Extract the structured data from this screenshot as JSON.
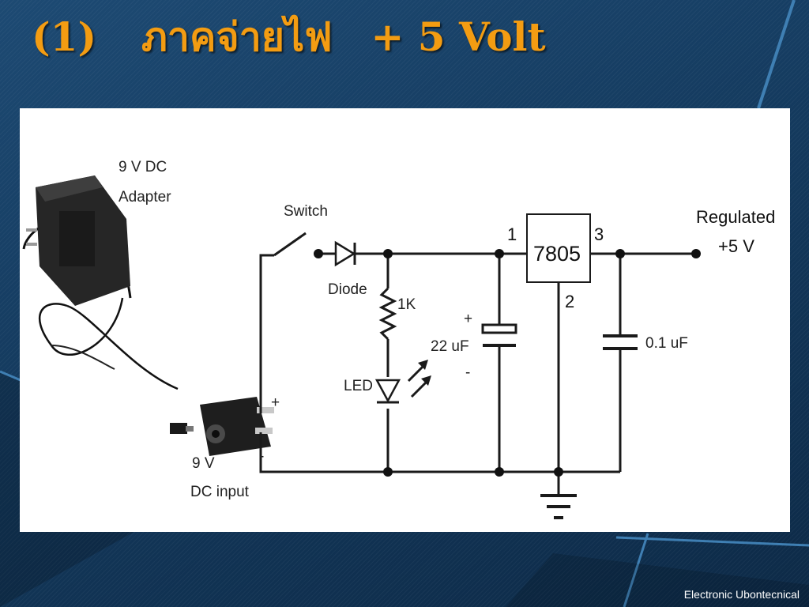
{
  "slide": {
    "title_number": "(1)",
    "title_thai": "ภาคจ่ายไฟ",
    "title_volt": "+ 5 Volt",
    "footer": "Electronic  Ubontecnical"
  },
  "schematic": {
    "adapter_line1": "9 V DC",
    "adapter_line2": "Adapter",
    "switch": "Switch",
    "diode": "Diode",
    "resistor": "1K",
    "led": "LED",
    "cap1_plus": "+",
    "cap1_value": "22 uF",
    "cap1_minus": "-",
    "pin1": "1",
    "regulator": "7805",
    "pin3": "3",
    "pin2": "2",
    "cap2_value": "0.1 uF",
    "output_line1": "Regulated",
    "output_line2": "+5 V",
    "input_plus": "+",
    "input_minus": "-",
    "input_line1": "9 V",
    "input_line2": "DC input"
  },
  "colors": {
    "title": "#f39c12",
    "background": "#143a5e",
    "wire": "#1a1a1a"
  }
}
